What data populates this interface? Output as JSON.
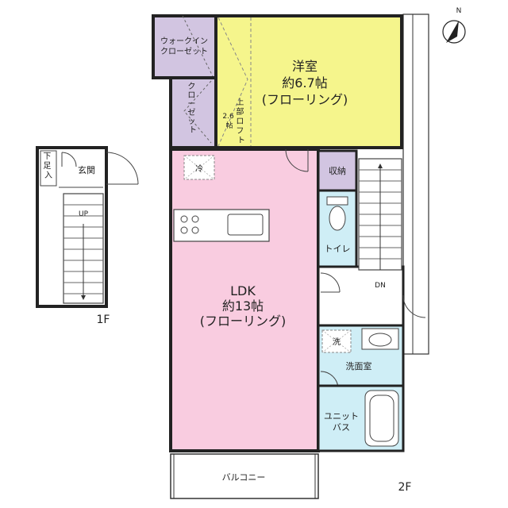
{
  "floors": {
    "first": {
      "floor_label": "1F",
      "shoe_box": "下足入",
      "entrance": "玄関",
      "stair_up": "UP"
    },
    "second": {
      "floor_label": "2F",
      "walk_in_closet": "ウォークイン\nクローゼット",
      "closet": "クローゼット",
      "loft": "上部ロフト",
      "loft_size": "2.6帖",
      "western_room": {
        "name": "洋室",
        "size": "約6.7帖",
        "floor": "(フローリング)"
      },
      "storage": "収納",
      "fridge": "冷",
      "ldk": {
        "name": "LDK",
        "size": "約13帖",
        "floor": "(フローリング)"
      },
      "toilet": "トイレ",
      "stair_down": "DN",
      "washer": "洗",
      "washroom": "洗面室",
      "unit_bath": "ユニット\nバス",
      "balcony": "バルコニー"
    }
  },
  "compass": {
    "letter": "N"
  },
  "colors": {
    "western_room": "#f5f58c",
    "ldk": "#f9cce0",
    "closets": "#d2c5e1",
    "wet_areas": "#cfeef6",
    "walls": "#222222"
  }
}
